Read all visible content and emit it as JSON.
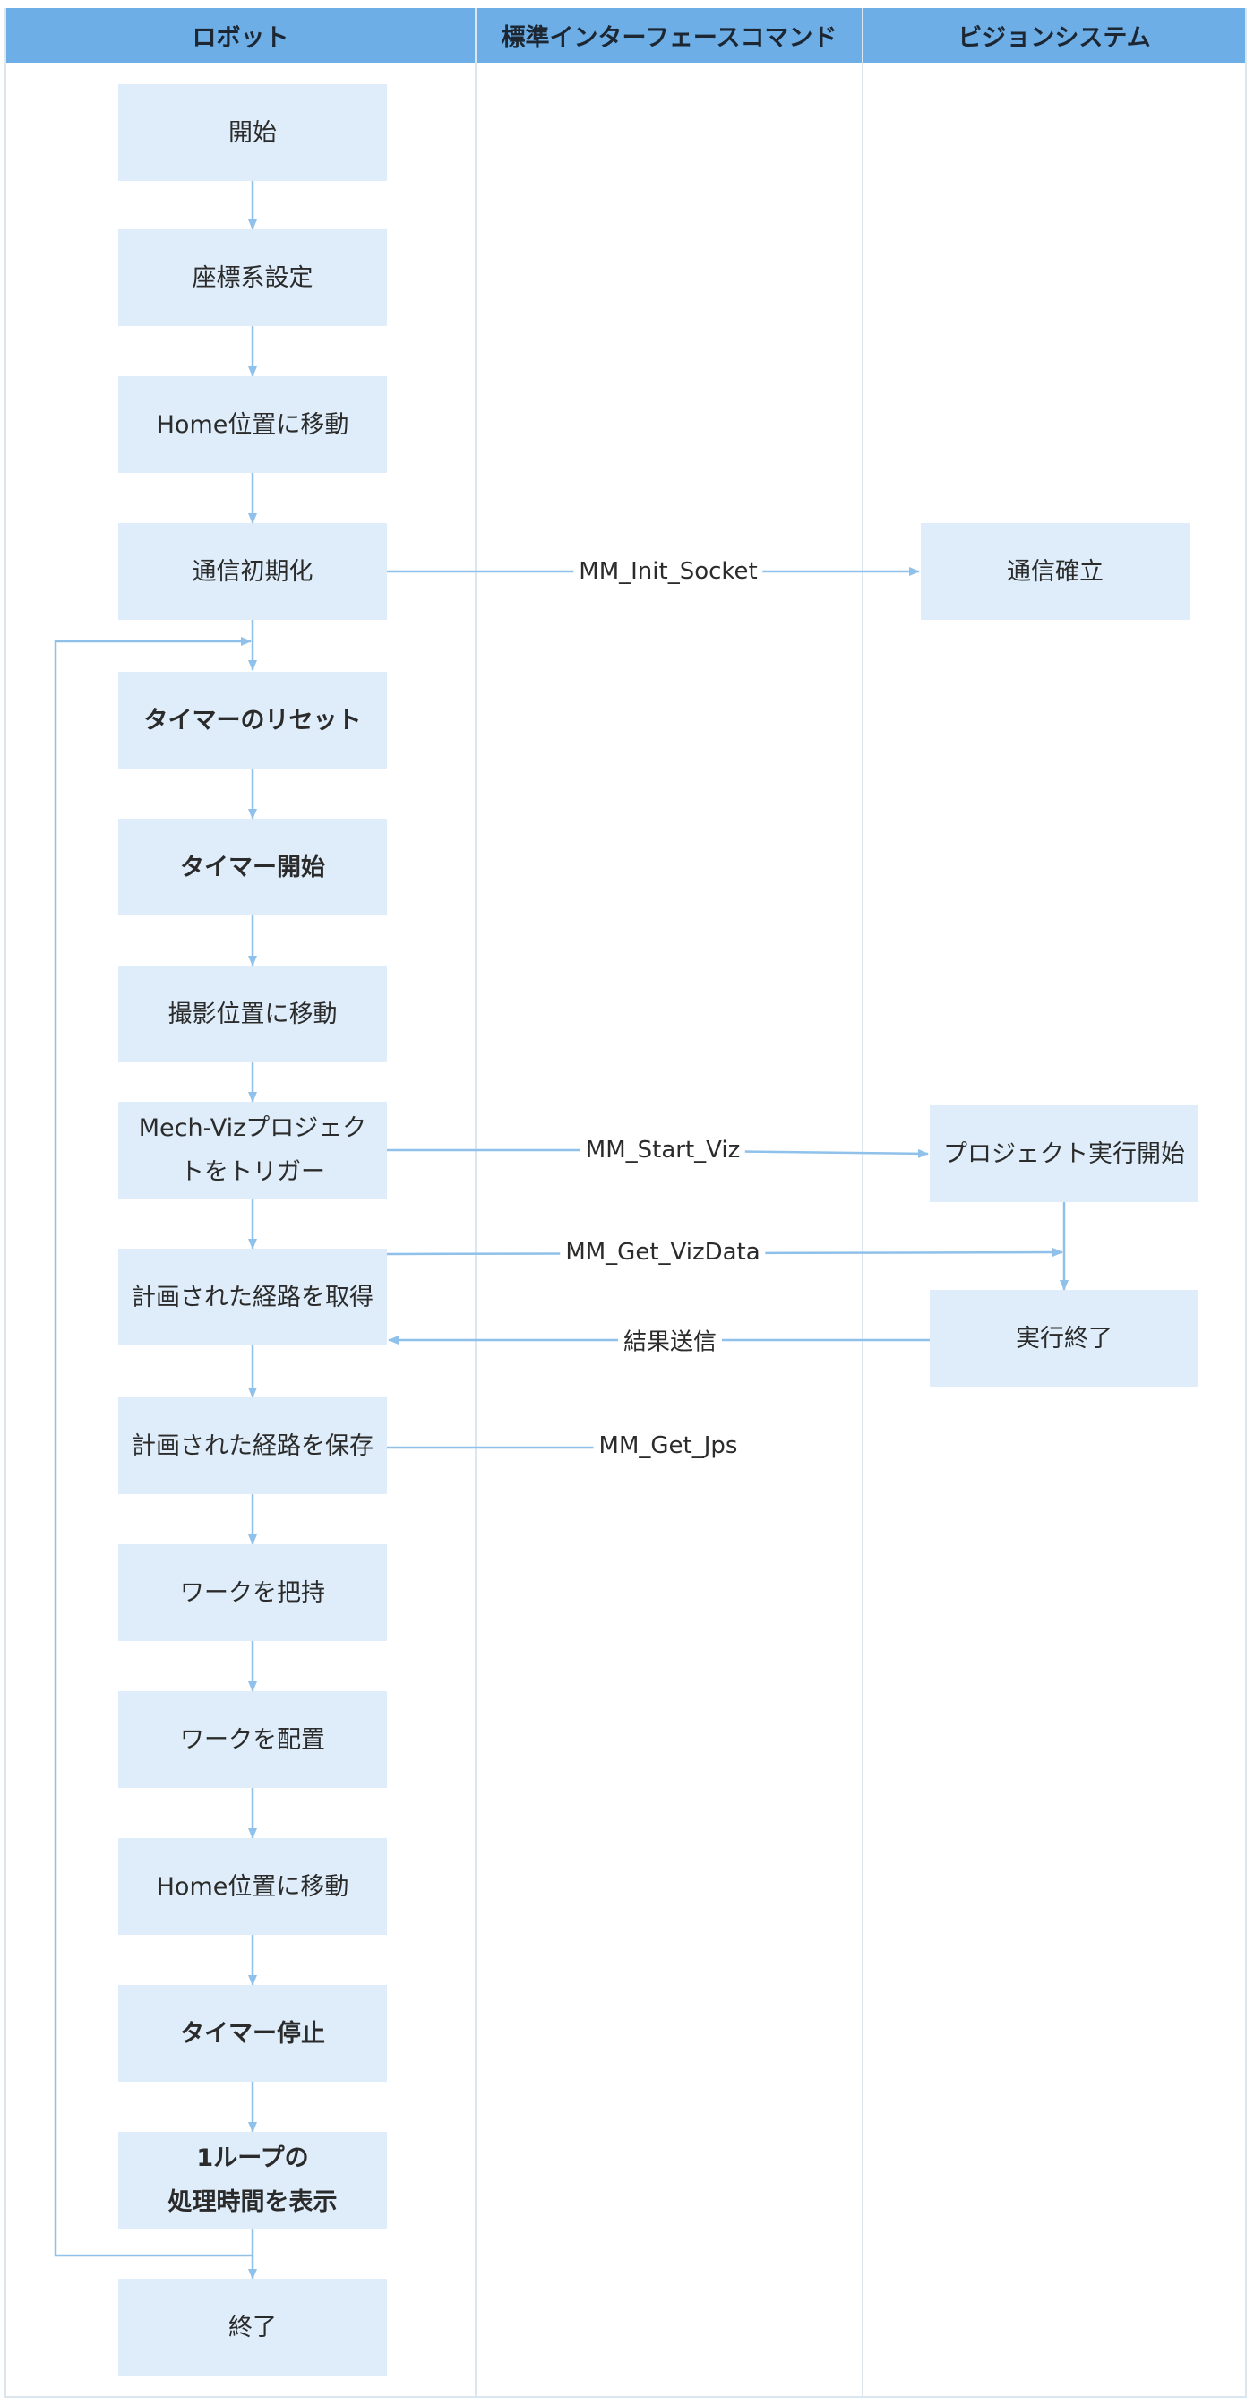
{
  "lanes": {
    "robot": "ロボット",
    "interface": "標準インターフェースコマンド",
    "vision": "ビジョンシステム"
  },
  "robot_steps": {
    "start": "開始",
    "coord": "座標系設定",
    "home1": "Home位置に移動",
    "comm_init": "通信初期化",
    "timer_reset": "タイマーのリセット",
    "timer_start": "タイマー開始",
    "move_capture": "撮影位置に移動",
    "trigger_viz_1": "Mech-Vizプロジェク",
    "trigger_viz_2": "トをトリガー",
    "get_path": "計画された経路を取得",
    "save_path": "計画された経路を保存",
    "pick": "ワークを把持",
    "place": "ワークを配置",
    "home2": "Home位置に移動",
    "timer_stop": "タイマー停止",
    "show_time_1": "1ループの",
    "show_time_2": "処理時間を表示",
    "end": "終了"
  },
  "vision_steps": {
    "comm_established": "通信確立",
    "project_start": "プロジェクト実行開始",
    "exec_done": "実行終了"
  },
  "commands": {
    "init_socket": "MM_Init_Socket",
    "start_viz": "MM_Start_Viz",
    "get_vizdata": "MM_Get_VizData",
    "send_result": "結果送信",
    "get_jps": "MM_Get_Jps"
  },
  "colors": {
    "header": "#6caee5",
    "box": "#deedf9",
    "arrow": "#8fc1ea"
  }
}
